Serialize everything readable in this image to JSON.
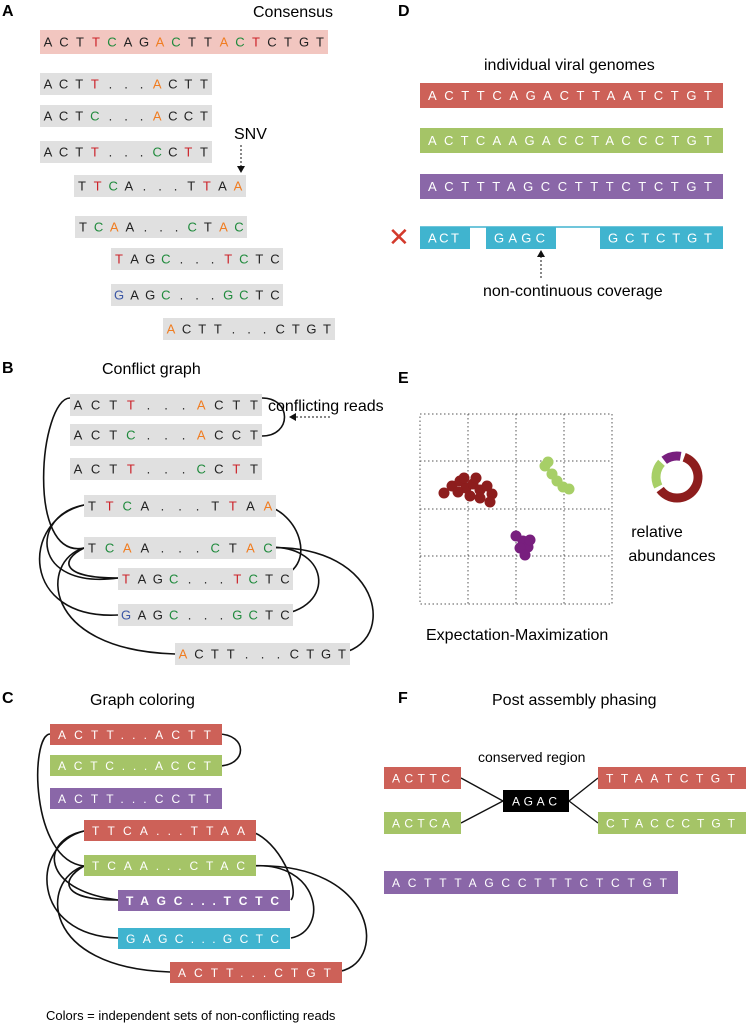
{
  "colors": {
    "read_gray": "#e0e0e0",
    "consensus_pink": "#f2c6c0",
    "red": "#cd6158",
    "green": "#a5c467",
    "purple": "#8a67a8",
    "cyan": "#40b4cf",
    "snv_red": "#cc2229",
    "snv_orange": "#f07d22",
    "snv_green": "#1f8a3c",
    "snv_blue": "#3b56a5",
    "dot_darkred": "#8d1d1d",
    "dot_green": "#a7cf67",
    "dot_purple": "#781f7e",
    "cross_red": "#d33a2c"
  },
  "panels": {
    "A": {
      "letter": "A",
      "title": "Consensus",
      "snv_label": "SNV",
      "consensus": [
        {
          "t": "A",
          "c": "k"
        },
        {
          "t": "C",
          "c": "k"
        },
        {
          "t": "T",
          "c": "k"
        },
        {
          "t": "T",
          "c": "r"
        },
        {
          "t": "C",
          "c": "g"
        },
        {
          "t": "A",
          "c": "k"
        },
        {
          "t": "G",
          "c": "k"
        },
        {
          "t": "A",
          "c": "o"
        },
        {
          "t": "C",
          "c": "g"
        },
        {
          "t": "T",
          "c": "k"
        },
        {
          "t": "T",
          "c": "k"
        },
        {
          "t": "A",
          "c": "o"
        },
        {
          "t": "C",
          "c": "g"
        },
        {
          "t": "T",
          "c": "r"
        },
        {
          "t": "C",
          "c": "k"
        },
        {
          "t": "T",
          "c": "k"
        },
        {
          "t": "G",
          "c": "k"
        },
        {
          "t": "T",
          "c": "k"
        }
      ],
      "reads": [
        [
          {
            "t": "A",
            "c": "k"
          },
          {
            "t": "C",
            "c": "k"
          },
          {
            "t": "T",
            "c": "k"
          },
          {
            "t": "T",
            "c": "r"
          },
          {
            "t": ".",
            "c": "k"
          },
          {
            "t": ".",
            "c": "k"
          },
          {
            "t": ".",
            "c": "k"
          },
          {
            "t": "A",
            "c": "o"
          },
          {
            "t": "C",
            "c": "k"
          },
          {
            "t": "T",
            "c": "k"
          },
          {
            "t": "T",
            "c": "k"
          }
        ],
        [
          {
            "t": "A",
            "c": "k"
          },
          {
            "t": "C",
            "c": "k"
          },
          {
            "t": "T",
            "c": "k"
          },
          {
            "t": "C",
            "c": "g"
          },
          {
            "t": ".",
            "c": "k"
          },
          {
            "t": ".",
            "c": "k"
          },
          {
            "t": ".",
            "c": "k"
          },
          {
            "t": "A",
            "c": "o"
          },
          {
            "t": "C",
            "c": "k"
          },
          {
            "t": "C",
            "c": "k"
          },
          {
            "t": "T",
            "c": "k"
          }
        ],
        [
          {
            "t": "A",
            "c": "k"
          },
          {
            "t": "C",
            "c": "k"
          },
          {
            "t": "T",
            "c": "k"
          },
          {
            "t": "T",
            "c": "r"
          },
          {
            "t": ".",
            "c": "k"
          },
          {
            "t": ".",
            "c": "k"
          },
          {
            "t": ".",
            "c": "k"
          },
          {
            "t": "C",
            "c": "g"
          },
          {
            "t": "C",
            "c": "k"
          },
          {
            "t": "T",
            "c": "r"
          },
          {
            "t": "T",
            "c": "k"
          }
        ],
        [
          {
            "t": "T",
            "c": "k"
          },
          {
            "t": "T",
            "c": "r"
          },
          {
            "t": "C",
            "c": "g"
          },
          {
            "t": "A",
            "c": "k"
          },
          {
            "t": ".",
            "c": "k"
          },
          {
            "t": ".",
            "c": "k"
          },
          {
            "t": ".",
            "c": "k"
          },
          {
            "t": "T",
            "c": "k"
          },
          {
            "t": "T",
            "c": "r"
          },
          {
            "t": "A",
            "c": "k"
          },
          {
            "t": "A",
            "c": "o"
          }
        ],
        [
          {
            "t": "T",
            "c": "k"
          },
          {
            "t": "C",
            "c": "g"
          },
          {
            "t": "A",
            "c": "o"
          },
          {
            "t": "A",
            "c": "k"
          },
          {
            "t": ".",
            "c": "k"
          },
          {
            "t": ".",
            "c": "k"
          },
          {
            "t": ".",
            "c": "k"
          },
          {
            "t": "C",
            "c": "g"
          },
          {
            "t": "T",
            "c": "k"
          },
          {
            "t": "A",
            "c": "o"
          },
          {
            "t": "C",
            "c": "g"
          }
        ],
        [
          {
            "t": "T",
            "c": "r"
          },
          {
            "t": "A",
            "c": "k"
          },
          {
            "t": "G",
            "c": "k"
          },
          {
            "t": "C",
            "c": "g"
          },
          {
            "t": ".",
            "c": "k"
          },
          {
            "t": ".",
            "c": "k"
          },
          {
            "t": ".",
            "c": "k"
          },
          {
            "t": "T",
            "c": "r"
          },
          {
            "t": "C",
            "c": "g"
          },
          {
            "t": "T",
            "c": "k"
          },
          {
            "t": "C",
            "c": "k"
          }
        ],
        [
          {
            "t": "G",
            "c": "b"
          },
          {
            "t": "A",
            "c": "k"
          },
          {
            "t": "G",
            "c": "k"
          },
          {
            "t": "C",
            "c": "g"
          },
          {
            "t": ".",
            "c": "k"
          },
          {
            "t": ".",
            "c": "k"
          },
          {
            "t": ".",
            "c": "k"
          },
          {
            "t": "G",
            "c": "g"
          },
          {
            "t": "C",
            "c": "g"
          },
          {
            "t": "T",
            "c": "k"
          },
          {
            "t": "C",
            "c": "k"
          }
        ],
        [
          {
            "t": "A",
            "c": "o"
          },
          {
            "t": "C",
            "c": "k"
          },
          {
            "t": "T",
            "c": "k"
          },
          {
            "t": "T",
            "c": "k"
          },
          {
            "t": ".",
            "c": "k"
          },
          {
            "t": ".",
            "c": "k"
          },
          {
            "t": ".",
            "c": "k"
          },
          {
            "t": "C",
            "c": "k"
          },
          {
            "t": "T",
            "c": "k"
          },
          {
            "t": "G",
            "c": "k"
          },
          {
            "t": "T",
            "c": "k"
          }
        ]
      ]
    },
    "B": {
      "letter": "B",
      "title": "Conflict graph",
      "annotation": "conflicting reads"
    },
    "C": {
      "letter": "C",
      "title": "Graph coloring",
      "reads": [
        "ACTT...ACTT",
        "ACTC...ACCT",
        "ACTT...CCTT",
        "TTCA...TTAA",
        "TCAA...CTAC",
        "TAGC...TCTC",
        "GAGC...GCTC",
        "ACTT...CTGT"
      ],
      "read_colors": [
        "red",
        "green",
        "purple",
        "red",
        "green",
        "purple",
        "cyan",
        "red"
      ],
      "caption": "Colors = independent sets of non-conflicting reads"
    },
    "D": {
      "letter": "D",
      "title": "individual viral genomes",
      "genomes": [
        "ACTTCAGACTTAATCTGT",
        "ACTCAAGACCTACCCTGT",
        "ACTTTAGCCTTTCTCTGT"
      ],
      "genome_colors": [
        "red",
        "green",
        "purple"
      ],
      "fragments": [
        "ACT",
        "GAGC",
        "GCTCTGT"
      ],
      "fragment_color": "cyan",
      "cross_symbol": "✕",
      "caption": "non-continuous coverage"
    },
    "E": {
      "letter": "E",
      "caption": "Expectation-Maximization",
      "abundance_label_1": "relative",
      "abundance_label_2": "abundances",
      "abundances": [
        {
          "name": "darkred",
          "fraction": 0.62,
          "color": "#8d1d1d"
        },
        {
          "name": "green",
          "fraction": 0.22,
          "color": "#a7cf67"
        },
        {
          "name": "purple",
          "fraction": 0.16,
          "color": "#781f7e"
        }
      ]
    },
    "F": {
      "letter": "F",
      "title": "Post assembly phasing",
      "conserved_label": "conserved region",
      "left": [
        "ACTTC",
        "ACTCA"
      ],
      "middle": "AGAC",
      "right": [
        "TTAATCTGT",
        "CTACCCTGT"
      ],
      "full": "ACTTTAGCCTTTCTCTGT",
      "left_colors": [
        "red",
        "green"
      ],
      "right_colors": [
        "red",
        "green"
      ],
      "full_color": "purple"
    }
  }
}
